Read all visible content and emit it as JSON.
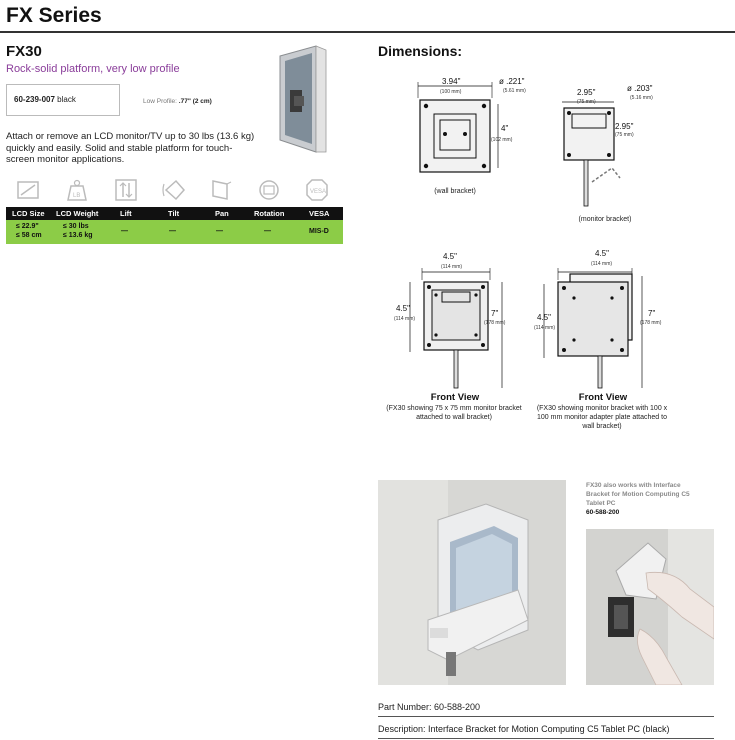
{
  "header": {
    "series_title": "FX Series"
  },
  "product": {
    "name": "FX30",
    "tagline": "Rock-solid platform, very low profile",
    "part_number": "60-239-007",
    "part_color": "black",
    "low_profile_label": "Low Profile:",
    "low_profile_value": ".77\" (2 cm)",
    "description": "Attach or remove an LCD monitor/TV up to 30 lbs (13.6 kg) quickly and easily. Solid and stable platform for touch-screen monitor applications."
  },
  "feature_icons": [
    "lcd-size-icon",
    "lcd-weight-icon",
    "lift-icon",
    "tilt-icon",
    "pan-icon",
    "rotation-icon",
    "vesa-icon"
  ],
  "specs": {
    "headers": [
      "LCD Size",
      "LCD Weight",
      "Lift",
      "Tilt",
      "Pan",
      "Rotation",
      "VESA"
    ],
    "lcd_size_line1": "≤ 22.9\"",
    "lcd_size_line2": "≤ 58 cm",
    "lcd_weight_line1": "≤ 30 lbs",
    "lcd_weight_line2": "≤ 13.6 kg",
    "lift": "—",
    "tilt": "—",
    "pan": "—",
    "rotation": "—",
    "vesa": "MIS-D",
    "colors": {
      "header_bg": "#111111",
      "body_bg": "#8ccc47"
    }
  },
  "dimensions": {
    "title": "Dimensions:",
    "wall_bracket": {
      "width": "3.94\"",
      "width_mm": "(100 mm)",
      "hole": "ø .221\"",
      "hole_mm": "(5.61 mm)",
      "height": "4\"",
      "height_mm": "(102 mm)",
      "caption": "(wall bracket)"
    },
    "monitor_bracket": {
      "width": "2.95\"",
      "width_mm": "(75 mm)",
      "hole": "ø .203\"",
      "hole_mm": "(5.16 mm)",
      "height": "2.95\"",
      "height_mm": "(75 mm)",
      "caption": "(monitor bracket)"
    },
    "front_view_1": {
      "width": "4.5\"",
      "width_mm": "(114 mm)",
      "left": "4.5\"",
      "left_mm": "(114 mm)",
      "right": "7\"",
      "right_mm": "(178 mm)",
      "title": "Front View",
      "caption": "(FX30 showing 75 x 75 mm monitor bracket attached to wall bracket)"
    },
    "front_view_2": {
      "width": "4.5\"",
      "width_mm": "(114 mm)",
      "left": "4.5\"",
      "left_mm": "(114 mm)",
      "right": "7\"",
      "right_mm": "(178 mm)",
      "title": "Front View",
      "caption": "(FX30 showing monitor bracket with 100 x 100 mm monitor adapter plate attached to wall bracket)"
    }
  },
  "accessory": {
    "note_line1": "FX30 also works with Interface",
    "note_line2": "Bracket for Motion Computing C5",
    "note_line3": "Tablet PC",
    "note_part": "60-588-200",
    "part_number_text": "Part Number: 60-588-200",
    "description_text": "Description: Interface Bracket for Motion Computing C5 Tablet PC (black)"
  }
}
